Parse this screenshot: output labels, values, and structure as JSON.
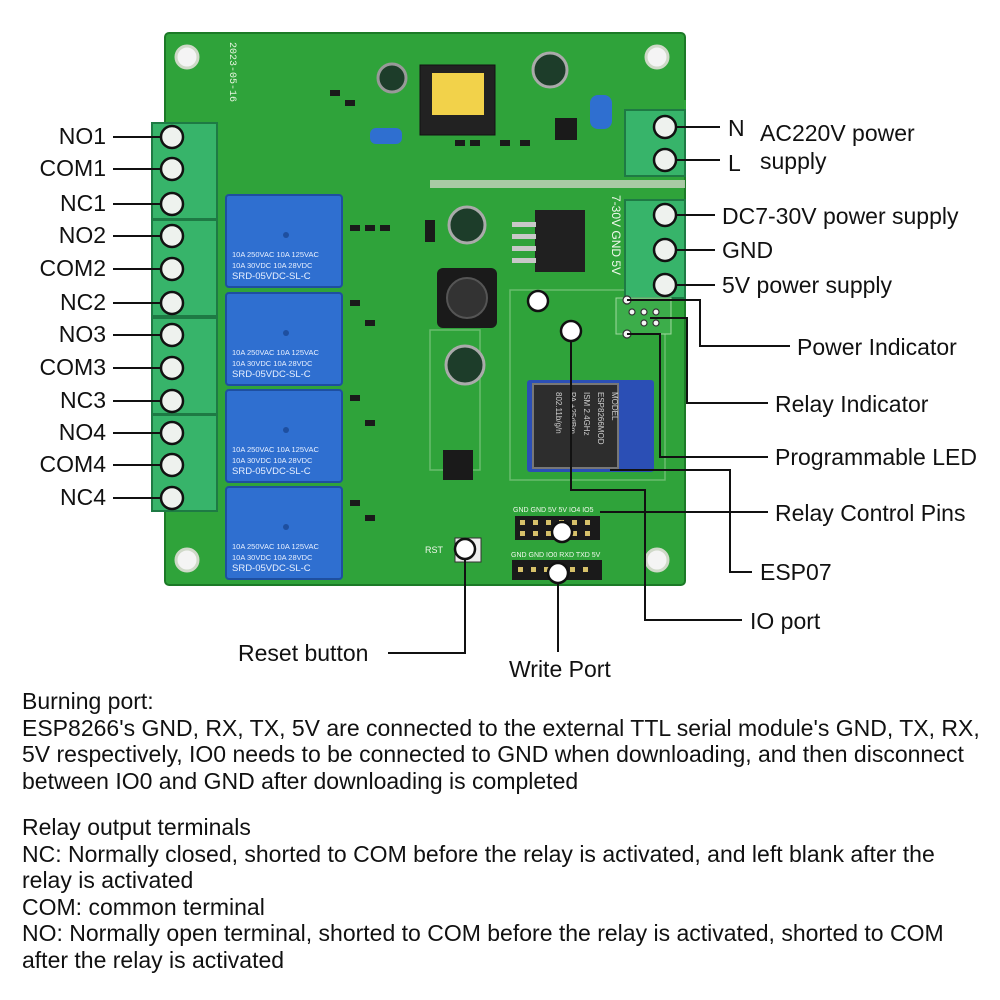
{
  "board": {
    "date_silk": "2023-05-16",
    "relay_text": [
      "10A 250VAC  10A 125VAC",
      "10A 30VDC   10A 28VDC",
      "SRD-05VDC-SL-C"
    ],
    "module_text": [
      "MODEL",
      "ESP8266MOD",
      "ISM 2.4GHz",
      "PA +25dBm",
      "802.11b/g/n"
    ],
    "vin_silk": "7-30V GND 5V",
    "header_top_silk": "GND GND 5V 5V IO4 IO5",
    "header_bottom_silk": "GND GND IO0 RXD TXD 5V",
    "rst_silk": "RST"
  },
  "left_labels": [
    "NO1",
    "COM1",
    "NC1",
    "NO2",
    "COM2",
    "NC2",
    "NO3",
    "COM3",
    "NC3",
    "NO4",
    "COM4",
    "NC4"
  ],
  "right_labels": {
    "n": "N",
    "l": "L",
    "ac_line1": "AC220V power",
    "ac_line2": "supply",
    "dc": "DC7-30V power supply",
    "gnd": "GND",
    "v5": "5V power supply",
    "power_indicator": "Power Indicator",
    "relay_indicator": "Relay Indicator",
    "programmable_led": "Programmable LED",
    "relay_control_pins": "Relay Control Pins",
    "esp07": "ESP07",
    "io_port": "IO port"
  },
  "bottom_labels": {
    "reset_button": "Reset button",
    "write_port": "Write Port"
  },
  "notes": {
    "burning_title": "Burning port:",
    "burning_body": "ESP8266's GND, RX, TX, 5V are connected to the external TTL serial module's GND, TX, RX, 5V respectively, IO0 needs to be connected to GND when downloading, and then disconnect between IO0 and GND after downloading is completed",
    "relay_title": "Relay output terminals",
    "nc_line": "NC: Normally closed, shorted to COM before the relay is activated, and left blank after the relay is activated",
    "com_line": "COM: common terminal",
    "no_line": "NO: Normally open terminal, shorted to COM before the relay is activated, shorted to COM after the relay is activated"
  },
  "colors": {
    "pcb": "#2fa33a",
    "pcb_dark": "#1f7f2a",
    "terminal": "#37b46a",
    "relay": "#2f6fd0",
    "module": "#303030",
    "pointer": "#111111"
  }
}
